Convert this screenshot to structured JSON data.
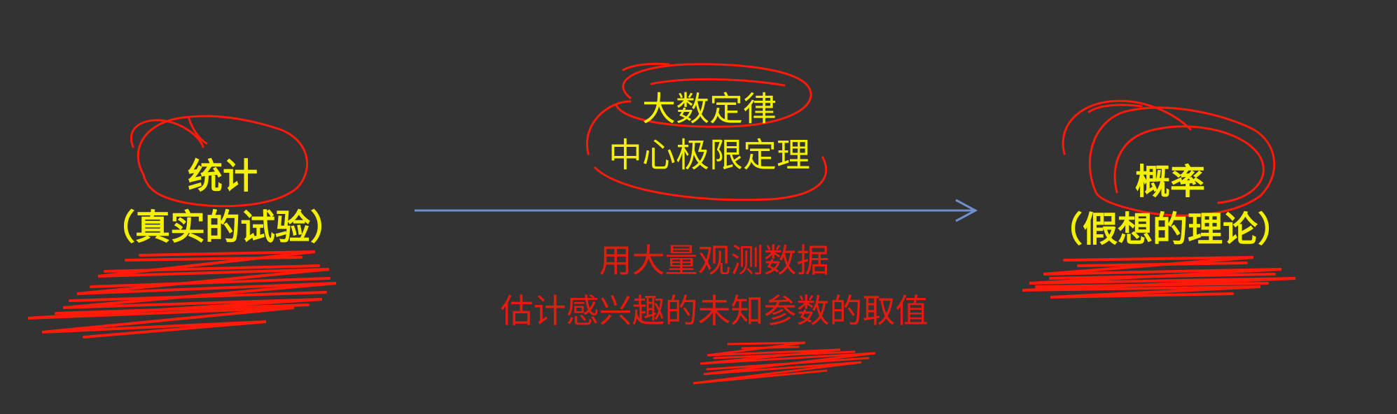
{
  "left": {
    "title": "统计",
    "subtitle": "（真实的试验）"
  },
  "middle": {
    "line1": "大数定律",
    "line2": "中心极限定理"
  },
  "right": {
    "title": "概率",
    "subtitle": "（假想的理论）"
  },
  "bottom": {
    "line1": "用大量观测数据",
    "line2": "估计感兴趣的未知参数的取值"
  },
  "colors": {
    "background": "#333333",
    "label_text": "#f3f000",
    "annotation_text": "#e51b10",
    "arrow": "#6f8fce",
    "ink": "#ff1a0a"
  }
}
